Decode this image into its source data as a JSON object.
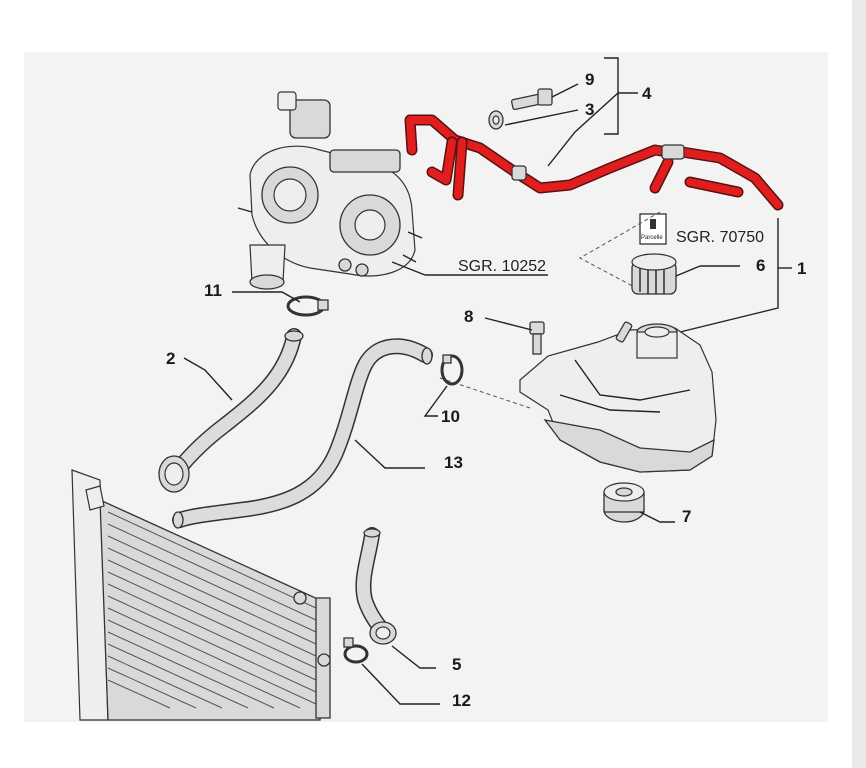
{
  "callouts": {
    "c1": "1",
    "c2": "2",
    "c3": "3",
    "c4": "4",
    "c5": "5",
    "c6": "6",
    "c7": "7",
    "c8": "8",
    "c9": "9",
    "c10": "10",
    "c11": "11",
    "c12": "12",
    "c13": "13"
  },
  "references": {
    "sgr_70750": "SGR. 70750",
    "sgr_10252": "SGR. 10252",
    "tag_text": "Parcelle"
  },
  "colors": {
    "highlight_hose": "#e01e1e",
    "background": "#f3f3f4"
  }
}
